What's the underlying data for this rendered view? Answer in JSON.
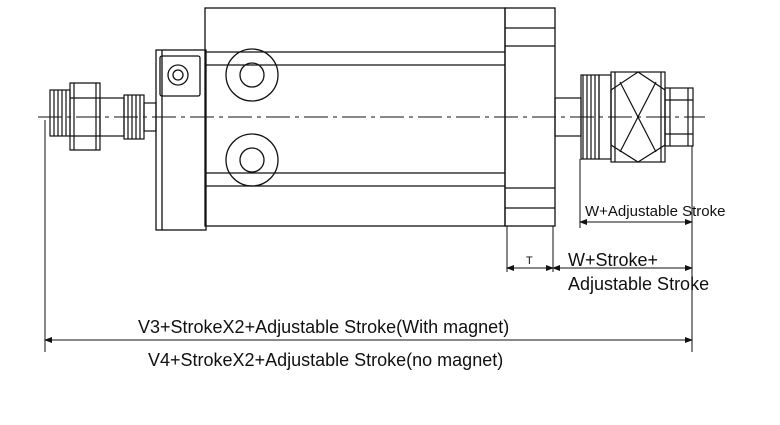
{
  "diagram": {
    "labels": {
      "t": "T",
      "w_adjustable": "W+Adjustable Stroke",
      "w_stroke_line1": "W+Stroke+",
      "w_stroke_line2": "Adjustable Stroke",
      "v3": "V3+StrokeX2+Adjustable Stroke(With magnet)",
      "v4": "V4+StrokeX2+Adjustable Stroke(no magnet)"
    },
    "line_color": "#111111"
  }
}
